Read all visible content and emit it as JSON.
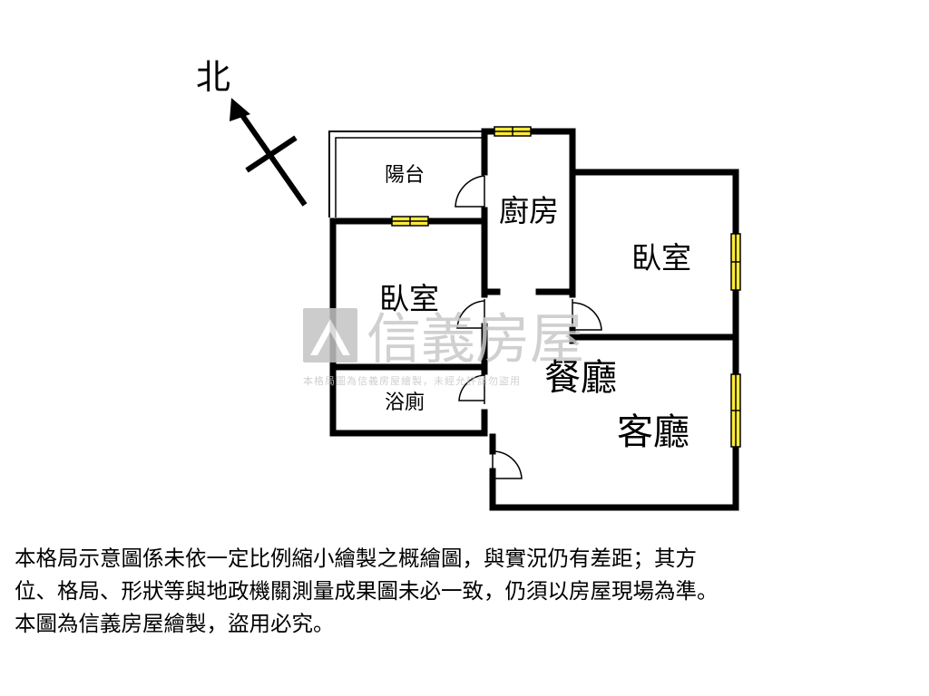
{
  "compass": {
    "label": "北"
  },
  "rooms": {
    "balcony": "陽台",
    "kitchen": "廚房",
    "bedroom_1": "臥室",
    "bedroom_2": "臥室",
    "bathroom": "浴廁",
    "dining": "餐廳",
    "living": "客廳"
  },
  "watermark": {
    "brand": "信義房屋",
    "notice": "本格局圖為信義房屋繪製，未經允許請勿盜用"
  },
  "disclaimer": {
    "line1": "本格局示意圖係未依一定比例縮小繪製之概繪圖，與實況仍有差距；其方",
    "line2": "位、格局、形狀等與地政機關測量成果圖未必一致，仍須以房屋現場為準。",
    "line3": "本圖為信義房屋繪製，盜用必究。"
  },
  "colors": {
    "wall": "#000000",
    "window": "#ffeb3b",
    "watermark": "#bcbcbc"
  }
}
